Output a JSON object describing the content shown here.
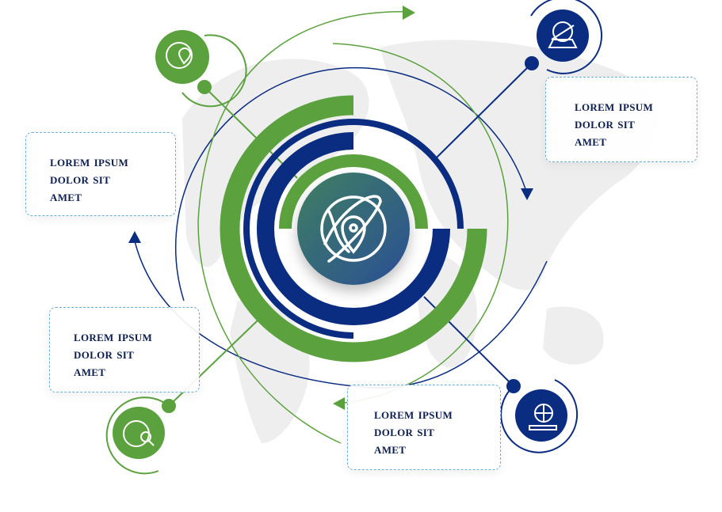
{
  "colors": {
    "green": "#5ba23e",
    "blue": "#0a2d82",
    "map": "#eeeeee",
    "text": "#0d1f4f",
    "dash": "#6aaed6"
  },
  "center": {
    "icon": "globe-location-pin-icon"
  },
  "satellites": [
    {
      "position": "top-left",
      "icon": "globe-pin-icon",
      "color": "green"
    },
    {
      "position": "top-right",
      "icon": "map-pin-icon",
      "color": "blue"
    },
    {
      "position": "bottom-right",
      "icon": "globe-ruler-icon",
      "color": "blue"
    },
    {
      "position": "bottom-left",
      "icon": "globe-search-icon",
      "color": "green"
    }
  ],
  "text_boxes": [
    {
      "line1": "Lorem ipsum",
      "line2": "dolor sit",
      "line3": "amet"
    },
    {
      "line1": "Lorem ipsum",
      "line2": "dolor sit",
      "line3": "amet"
    },
    {
      "line1": "Lorem ipsum",
      "line2": "dolor sit",
      "line3": "amet"
    },
    {
      "line1": "Lorem ipsum",
      "line2": "dolor sit",
      "line3": "amet"
    }
  ]
}
